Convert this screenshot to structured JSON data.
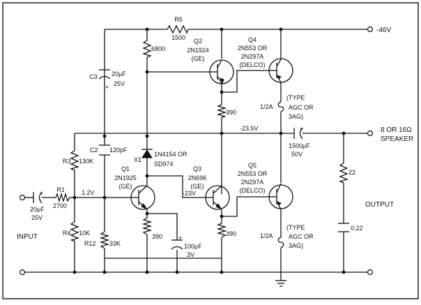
{
  "labels": {
    "r5_name": "R5",
    "r5_value": "1500",
    "r_6800": "6800",
    "c3_name": "C3",
    "c3_value_1": "20μF",
    "c3_value_2": "25V",
    "q2_name": "Q2",
    "q2_part": "2N1924",
    "q2_type": "(GE)",
    "q4_name": "Q4",
    "q4_part_1": "2N553 OR",
    "q4_part_2": "2N297A",
    "q4_mfr": "(DELCO)",
    "supply": "-46V",
    "fuse_top_1": "1/2A",
    "fuse_top_type_1": "(TYPE",
    "fuse_top_type_2": "AGC OR",
    "fuse_top_type_3": "3AG)",
    "r_390_q2": "390",
    "mid_voltage": "-23.5V",
    "speaker_1": "8 OR 16Ω",
    "speaker_2": "SPEAKER",
    "c_out_1": "1500μF",
    "c_out_2": "50V",
    "r3_name": "R3",
    "r3_value": "130K",
    "c2_name": "C2",
    "c2_value": "120pF",
    "x1_name": "X1",
    "x1_part_1": "1N4154 OR",
    "x1_part_2": "SD974",
    "q1_name": "Q1",
    "q1_part": "2N1925",
    "q1_type": "(GE)",
    "q3_name": "Q3",
    "q3_part": "2N696",
    "q3_type": "(GE)",
    "q3_voltage": "-23V",
    "q5_name": "Q5",
    "q5_part_1": "2N553 OR",
    "q5_part_2": "2N297A",
    "q5_mfr": "(DELCO)",
    "r1_name": "R1",
    "r1_value": "2700",
    "base_voltage": "1.2V",
    "r_22": "22",
    "output": "OUTPUT",
    "c_in_1": "20μF",
    "c_in_2": "25V",
    "input": "INPUT",
    "r4_name": "R4",
    "r4_value": "10K",
    "r12_name": "R12",
    "r12_value": "33K",
    "r_390_q1": "390",
    "c_bypass_1": "100μF",
    "c_bypass_2": "3V",
    "r_390_q3": "390",
    "fuse_bot_1": "1/2A",
    "fuse_bot_type_1": "(TYPE",
    "fuse_bot_type_2": "AGC OR",
    "fuse_bot_type_3": "3AG)",
    "c_022": "0.22"
  }
}
